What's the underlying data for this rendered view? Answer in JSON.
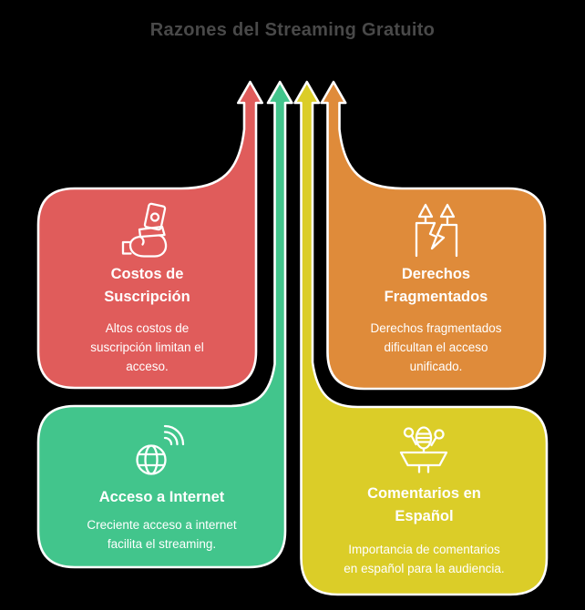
{
  "title": "Razones del Streaming Gratuito",
  "colors": {
    "background": "#000000",
    "title_text": "#494949",
    "card_text": "#FFFFFF",
    "outline": "#FFFFFF",
    "red": "#E05C5B",
    "orange": "#DF8B3A",
    "green": "#42C58C",
    "yellow": "#DBCD28"
  },
  "cards": [
    {
      "id": "costos",
      "color": "#E05C5B",
      "icon": "money-in-hand-icon",
      "title": "Costos de\nSuscripción",
      "description": "Altos costos de\nsuscripción limitan el\nacceso."
    },
    {
      "id": "derechos",
      "color": "#DF8B3A",
      "icon": "fragmented-rights-icon",
      "title": "Derechos\nFragmentados",
      "description": "Derechos fragmentados\ndificultan el acceso\nunificado."
    },
    {
      "id": "internet",
      "color": "#42C58C",
      "icon": "globe-wifi-icon",
      "title": "Acceso a Internet",
      "description": "Creciente acceso a internet\nfacilita el streaming."
    },
    {
      "id": "espanol",
      "color": "#DBCD28",
      "icon": "podium-mics-icon",
      "title": "Comentarios en\nEspañol",
      "description": "Importancia de comentarios\nen español para la audiencia."
    }
  ]
}
